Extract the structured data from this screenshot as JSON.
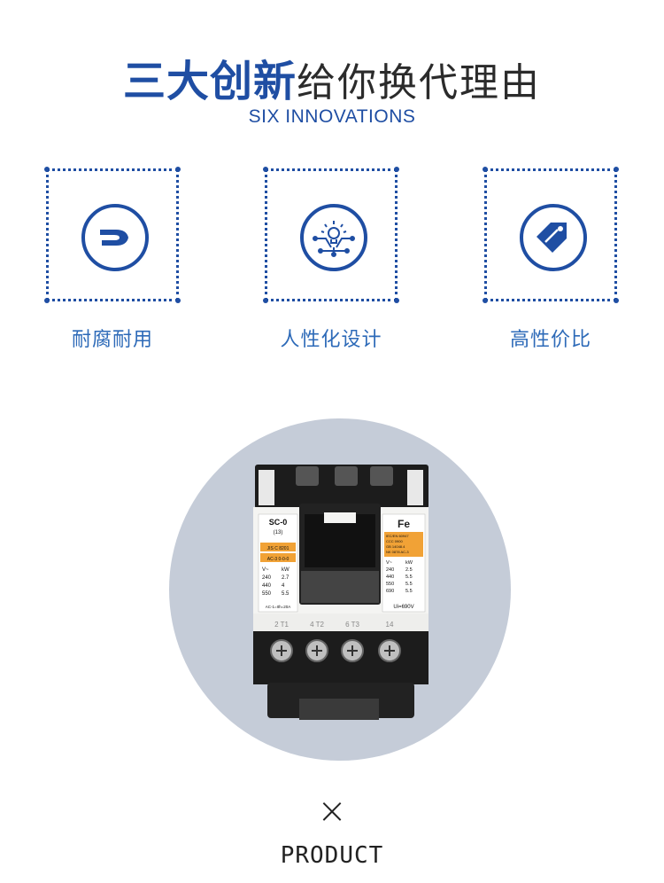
{
  "header": {
    "title_bold": "三大创新",
    "title_light": "给你换代理由",
    "subtitle": "SIX INNOVATIONS"
  },
  "features": [
    {
      "label": "耐腐耐用",
      "icon": "hand-arrow-icon"
    },
    {
      "label": "人性化设计",
      "icon": "lightbulb-network-icon"
    },
    {
      "label": "高性价比",
      "icon": "price-tag-icon"
    }
  ],
  "product": {
    "model": "SC-0",
    "model_sub": "(13)",
    "standard": "JIS C 8201",
    "category": "AC-3 0-0-0",
    "table_left": {
      "header": [
        "V~",
        "kW"
      ],
      "rows": [
        [
          "240",
          "2.7"
        ],
        [
          "440",
          "4"
        ],
        [
          "550",
          "5.5"
        ]
      ],
      "footer": "AC-1=Ith=20A"
    },
    "brand": "Fe",
    "cert_lines": [
      "IEC/EN 60947",
      "CCC 0900",
      "GB 14048.4",
      "NK 0878 AC-3"
    ],
    "table_right": {
      "header": [
        "V~",
        "kW"
      ],
      "rows": [
        [
          "240",
          "2.5"
        ],
        [
          "440",
          "5.5"
        ],
        [
          "550",
          "5.5"
        ],
        [
          "690",
          "5.5"
        ]
      ],
      "footer": "Ui=690V"
    },
    "terminals": [
      "2 T1",
      "4 T2",
      "6 T3",
      "14"
    ]
  },
  "times_symbol": "×",
  "product_label": "PRODUCT",
  "colors": {
    "brand_blue": "#1f4ea3",
    "circle_bg": "#c5ccd8",
    "label_blue": "#2d6ab8"
  }
}
